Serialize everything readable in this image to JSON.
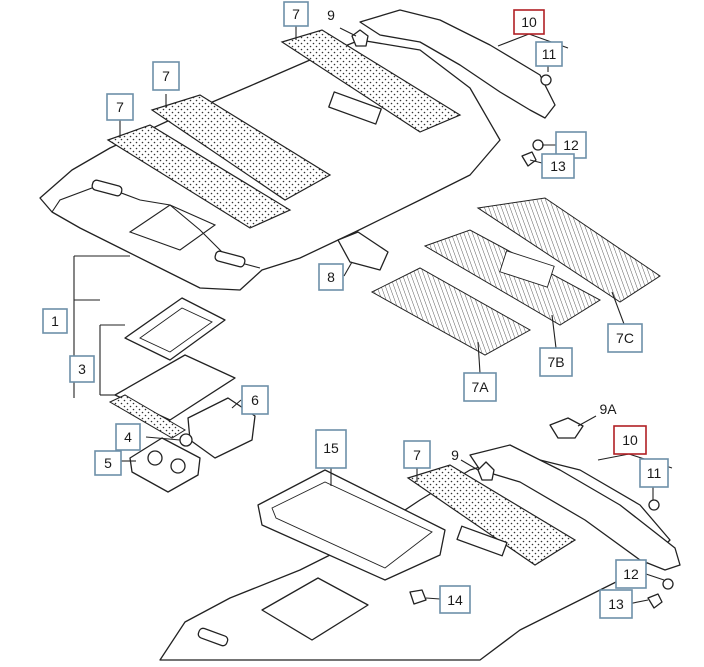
{
  "callouts": {
    "c7_a": "7",
    "c9_top": "9",
    "c10_top": "10",
    "c11_top": "11",
    "c7_b": "7",
    "c7_c": "7",
    "c12_top": "12",
    "c13_top": "13",
    "c8": "8",
    "c1": "1",
    "c3": "3",
    "c6": "6",
    "c4": "4",
    "c5": "5",
    "c7C": "7C",
    "c7B": "7B",
    "c7A": "7A",
    "c9A": "9A",
    "c10_bot": "10",
    "c11_bot": "11",
    "c15": "15",
    "c7_d": "7",
    "c9_bot": "9",
    "c12_bot": "12",
    "c13_bot": "13",
    "c14": "14"
  },
  "colors": {
    "box_border": "#6d8fa8",
    "highlight_border": "#b11f24",
    "line": "#222222"
  }
}
